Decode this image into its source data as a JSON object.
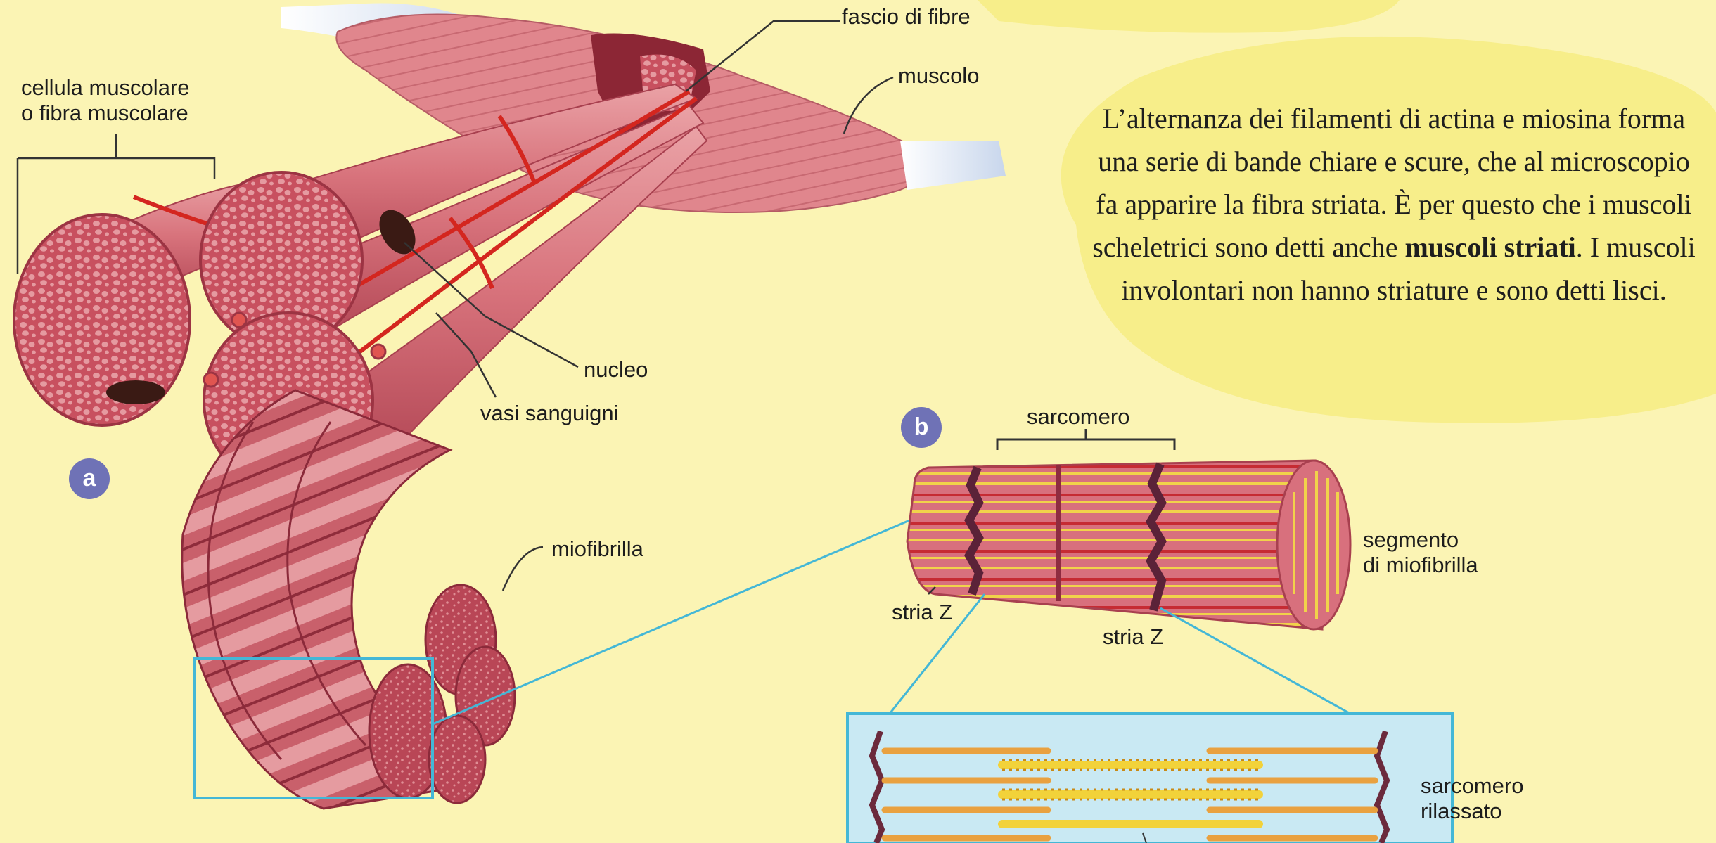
{
  "labels": {
    "fascio_di_fibre": "fascio di fibre",
    "muscolo": "muscolo",
    "cellula_line1": "cellula muscolare",
    "cellula_line2": "o fibra muscolare",
    "nucleo": "nucleo",
    "vasi_sanguigni": "vasi sanguigni",
    "miofibrilla": "miofibrilla",
    "sarcomero": "sarcomero",
    "segmento_line1": "segmento",
    "segmento_line2": "di miofibrilla",
    "stria_z_left": "stria Z",
    "stria_z_right": "stria Z",
    "sarcomero_rilassato_line1": "sarcomero",
    "sarcomero_rilassato_line2": "rilassato"
  },
  "badges": {
    "a": "a",
    "b": "b"
  },
  "explanation": {
    "part1": "L’alternanza dei filamenti di actina e miosina forma una serie di bande chiare e scure, che al microscopio fa apparire la fibra striata. È per questo che i muscoli scheletrici sono detti anche ",
    "bold": "muscoli striati",
    "part2": ". I muscoli involontari non hanno striature e sono detti lisci."
  },
  "colors": {
    "background": "#fbf4b4",
    "highlight_blob": "#f7ee8a",
    "muscle_pink": "#d9727a",
    "muscle_light": "#ea9ea2",
    "muscle_dark": "#9c3443",
    "blood_vessel": "#d4261f",
    "tendon": "#dfe7f3",
    "callout_cyan": "#44b7d6",
    "zoom_box_fill": "#c9e9f3",
    "actin": "#e9a13f",
    "myosin": "#f2d23a",
    "z_line": "#5b2238",
    "badge": "#6f72b6"
  }
}
